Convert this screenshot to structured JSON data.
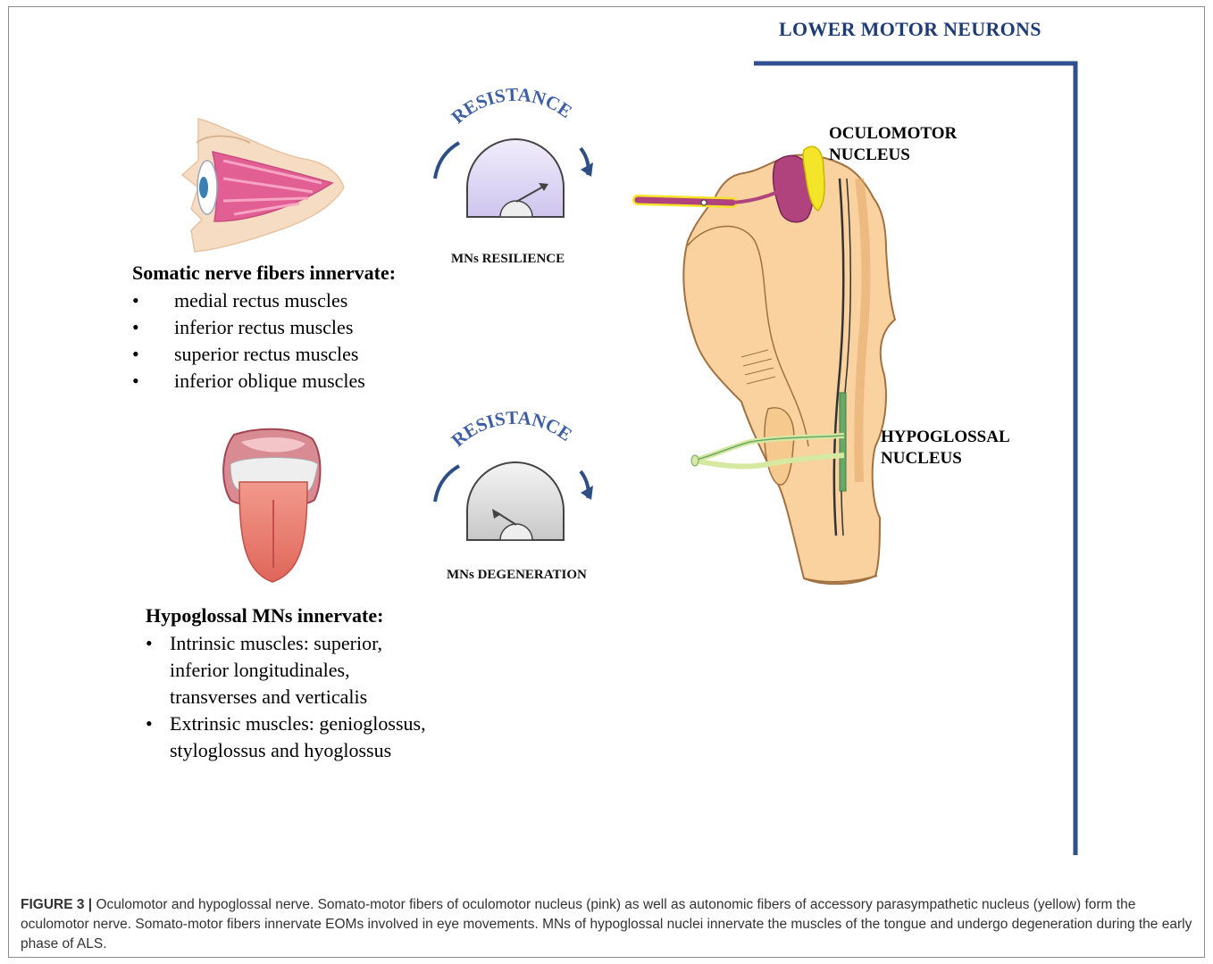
{
  "title": "LOWER MOTOR NEURONS",
  "labels": {
    "oculomotor_line1": "OCULOMOTOR",
    "oculomotor_line2": "NUCLEUS",
    "hypoglossal_line1": "HYPOGLOSSAL",
    "hypoglossal_line2": "NUCLEUS"
  },
  "gauges": {
    "top": {
      "arc_text": "RESISTANCE",
      "caption": "MNs RESILIENCE",
      "dial_color": "#d9d2f0"
    },
    "bottom": {
      "arc_text": "RESISTANCE",
      "caption": "MNs DEGENERATION",
      "dial_color": "#d8d8d8"
    }
  },
  "somatic": {
    "heading": "Somatic nerve fibers innervate:",
    "items": [
      "medial rectus muscles",
      "inferior rectus muscles",
      "superior rectus muscles",
      "inferior oblique muscles"
    ]
  },
  "hypoglossal": {
    "heading": "Hypoglossal MNs innervate:",
    "items": [
      "Intrinsic muscles: superior, inferior longitudinales, transverses and verticalis",
      "Extrinsic muscles: genioglossus, styloglossus and hyoglossus"
    ]
  },
  "caption": {
    "label": "FIGURE 3 |",
    "text": " Oculomotor and hypoglossal nerve. Somato-motor fibers of oculomotor nucleus (pink) as well as autonomic fibers of accessory parasympathetic nucleus (yellow) form the oculomotor nerve. Somato-motor fibers innervate EOMs involved in eye movements. MNs of hypoglossal nuclei innervate the muscles of the tongue and undergo degeneration during the early phase of ALS."
  },
  "colors": {
    "bracket_blue": "#2f4f8f",
    "title_blue": "#1f3c74",
    "brainstem_fill": "#f9d2a0",
    "oculomotor_pink": "#b0427e",
    "accessory_yellow": "#f5e52a",
    "hypoglossal_green": "#6aa86a"
  }
}
